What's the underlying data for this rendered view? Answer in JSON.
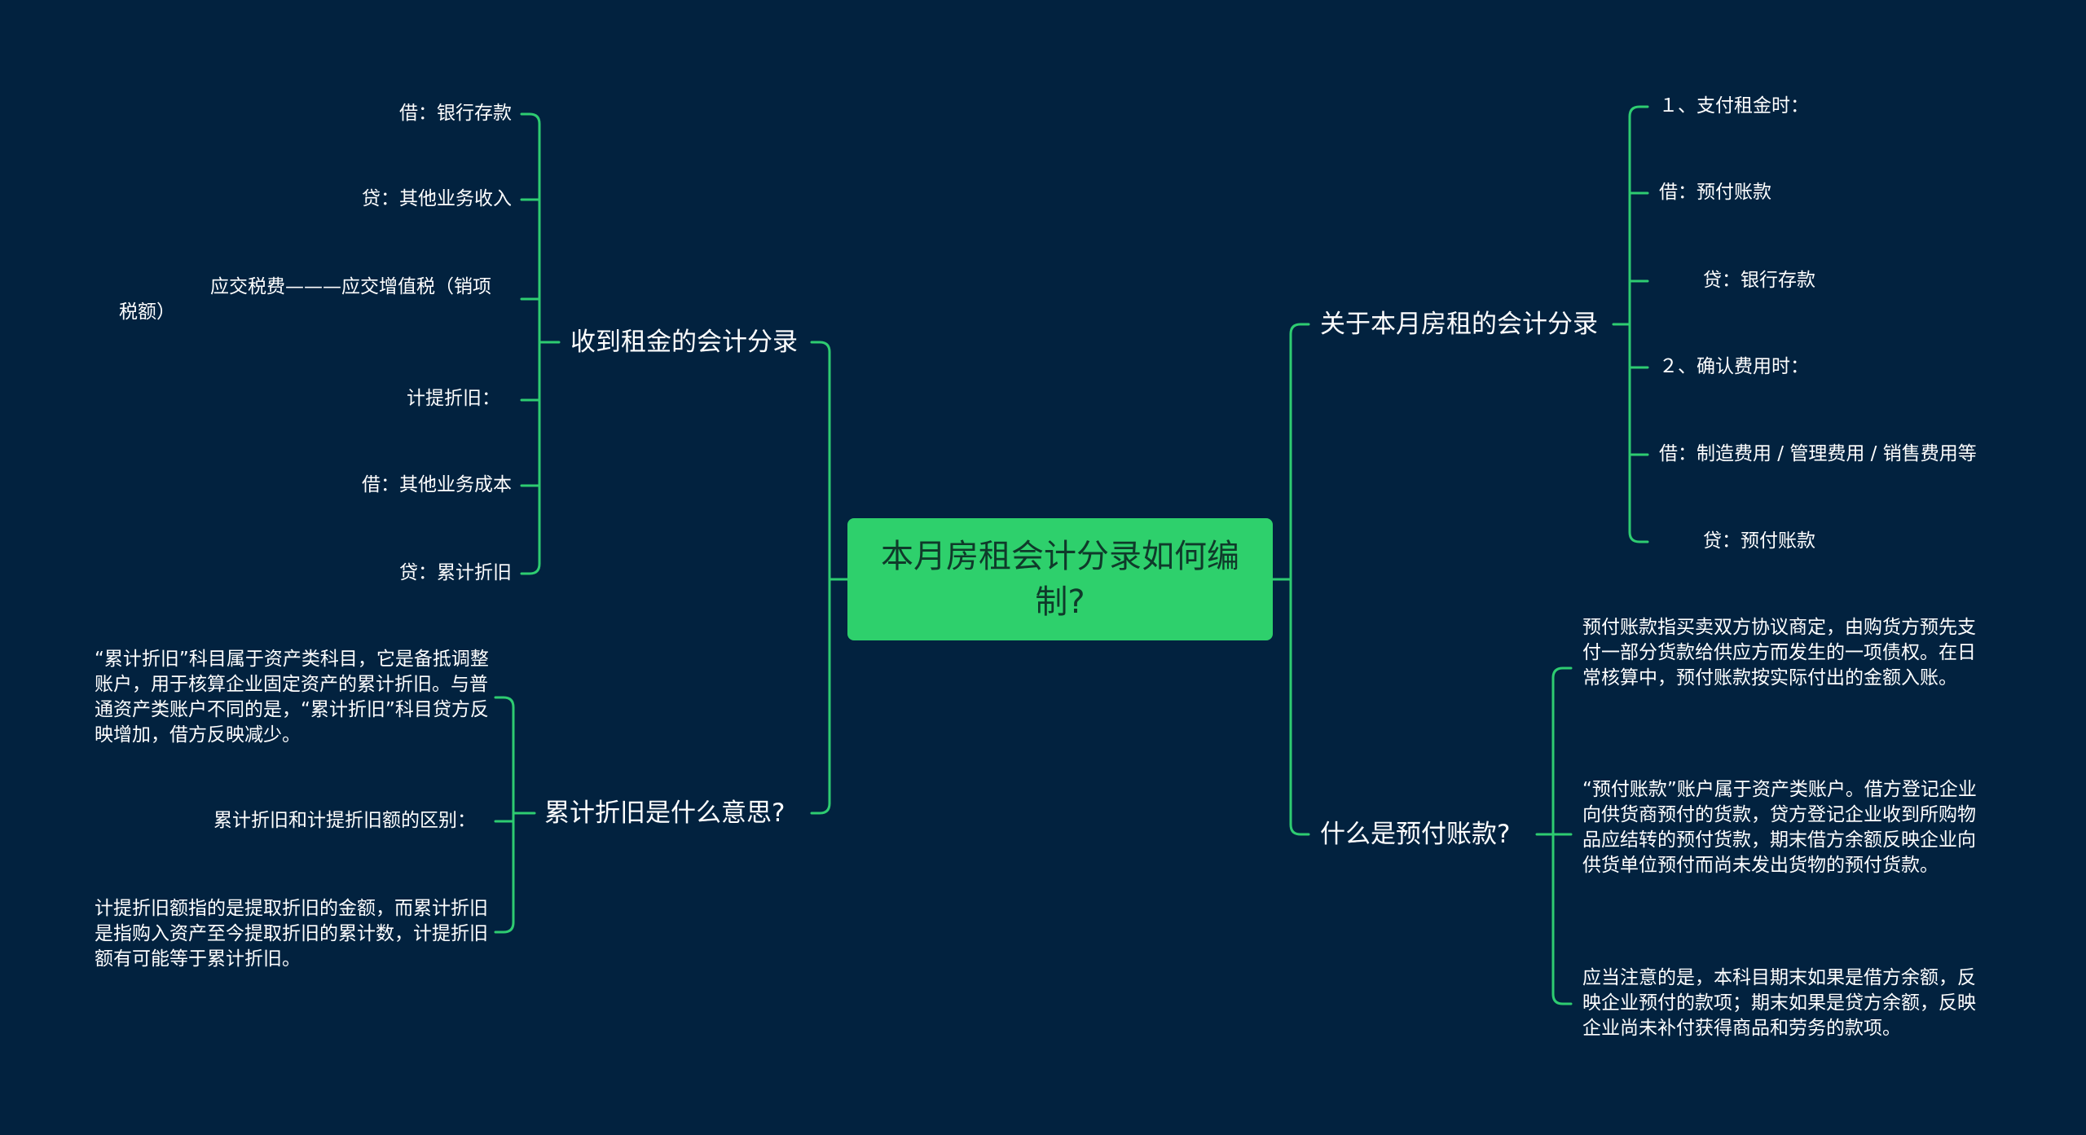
{
  "root": {
    "text": "本月房租会计分录如何编制?"
  },
  "branches": {
    "receive": {
      "label": "收到租金的会计分录",
      "items": [
        "借：银行存款",
        "贷：其他业务收入",
        "应交税费———应交增值税（销项",
        "税额）",
        "计提折旧：",
        "借：其他业务成本",
        "贷：累计折旧"
      ]
    },
    "meaning": {
      "label": "累计折旧是什么意思?",
      "items": [
        "“累计折旧”科目属于资产类科目，它是备抵调整账户，用于核算企业固定资产的累计折旧。与普通资产类账户不同的是，“累计折旧”科目贷方反映增加，借方反映减少。",
        "累计折旧和计提折旧额的区别：",
        "计提折旧额指的是提取折旧的金额，而累计折旧是指购入资产至今提取折旧的累计数，计提折旧额有可能等于累计折旧。"
      ]
    },
    "rent": {
      "label": "关于本月房租的会计分录",
      "items": [
        "１、支付租金时：",
        "借：预付账款",
        "贷：银行存款",
        "２、确认费用时：",
        "借：制造费用 / 管理费用 / 销售费用等",
        "贷：预付账款"
      ]
    },
    "prepaid": {
      "label": "什么是预付账款?",
      "items": [
        "预付账款指买卖双方协议商定，由购货方预先支付一部分货款给供应方而发生的一项债权。在日常核算中，预付账款按实际付出的金额入账。",
        "“预付账款”账户属于资产类账户。借方登记企业向供货商预付的货款，贷方登记企业收到所购物品应结转的预付货款，期末借方余额反映企业向供货单位预付而尚未发出货物的预付货款。",
        "应当注意的是，本科目期末如果是借方余额，反映企业预付的款项；期末如果是贷方余额，反映企业尚未补付获得商品和劳务的款项。"
      ]
    }
  },
  "colors": {
    "background": "#02223f",
    "root_fill": "#2ed06c",
    "connector": "#2ecc71",
    "text": "#ffffff"
  }
}
